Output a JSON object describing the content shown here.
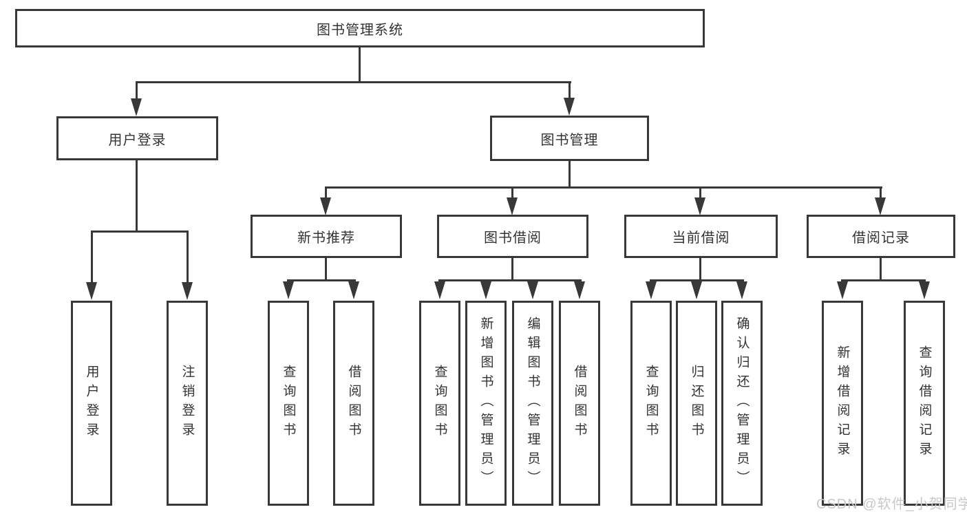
{
  "diagram": {
    "type": "functional-structure-tree",
    "colors": {
      "line": "#383838",
      "box_border": "#383838",
      "box_fill": "#ffffff",
      "text": "#333333",
      "watermark_text": "#c8c8c8",
      "background": "#ffffff"
    },
    "tree": {
      "root": "图书管理系统",
      "children": [
        {
          "label": "用户登录",
          "children": [
            "用户登录",
            "注销登录"
          ]
        },
        {
          "label": "图书管理",
          "children": [
            {
              "label": "新书推荐",
              "children": [
                "查询图书",
                "借阅图书"
              ]
            },
            {
              "label": "图书借阅",
              "children": [
                "查询图书",
                "新增图书（管理员）",
                "编辑图书（管理员）",
                "借阅图书"
              ]
            },
            {
              "label": "当前借阅",
              "children": [
                "查询图书",
                "归还图书",
                "确认归还（管理员）"
              ]
            },
            {
              "label": "借阅记录",
              "children": [
                "新增借阅记录",
                "查询借阅记录"
              ]
            }
          ]
        }
      ]
    },
    "watermark": "CSDN @软件_小贺同学"
  }
}
